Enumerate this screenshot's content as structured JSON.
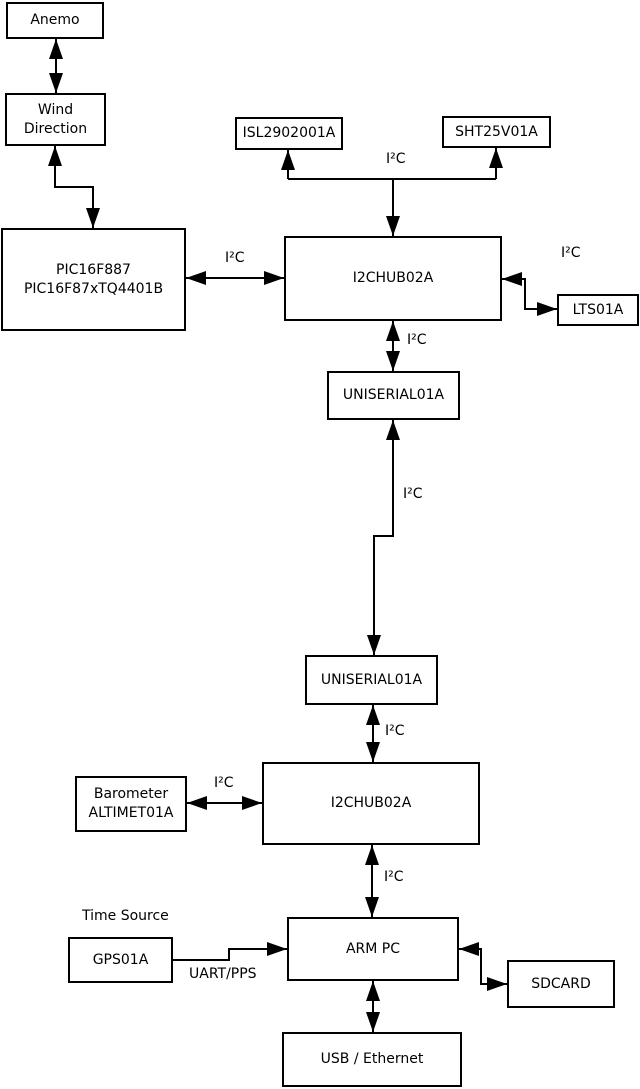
{
  "diagram": {
    "title_hint": "weather-station hardware block diagram",
    "colors": {
      "background": "#ffffff",
      "line": "#000000",
      "text": "#000000"
    },
    "boxes": {
      "anemo": {
        "label": "Anemo"
      },
      "wind_direction": {
        "line1": "Wind",
        "line2": "Direction"
      },
      "pic": {
        "line1": "PIC16F887",
        "line2": "PIC16F87xTQ4401B"
      },
      "isl": {
        "label": "ISL2902001A"
      },
      "sht": {
        "label": "SHT25V01A"
      },
      "hub1": {
        "label": "I2CHUB02A"
      },
      "lts": {
        "label": "LTS01A"
      },
      "uniserial1": {
        "label": "UNISERIAL01A"
      },
      "uniserial2": {
        "label": "UNISERIAL01A"
      },
      "barometer": {
        "line1": "Barometer",
        "line2": "ALTIMET01A"
      },
      "hub2": {
        "label": "I2CHUB02A"
      },
      "gps": {
        "label": "GPS01A"
      },
      "arm_pc": {
        "label": "ARM PC"
      },
      "sdcard": {
        "label": "SDCARD"
      },
      "usb_ethernet": {
        "label": "USB / Ethernet"
      }
    },
    "edge_labels": {
      "i2c_top": "I²C",
      "i2c_pic_hub1": "I²C",
      "i2c_hub1_lts": "I²C",
      "i2c_hub1_uni1": "I²C",
      "i2c_uni1_uni2": "I²C",
      "i2c_uni2_hub2": "I²C",
      "i2c_baro_hub2": "I²C",
      "i2c_hub2_arm": "I²C",
      "time_source": "Time Source",
      "uart_pps": "UART/PPS"
    }
  }
}
